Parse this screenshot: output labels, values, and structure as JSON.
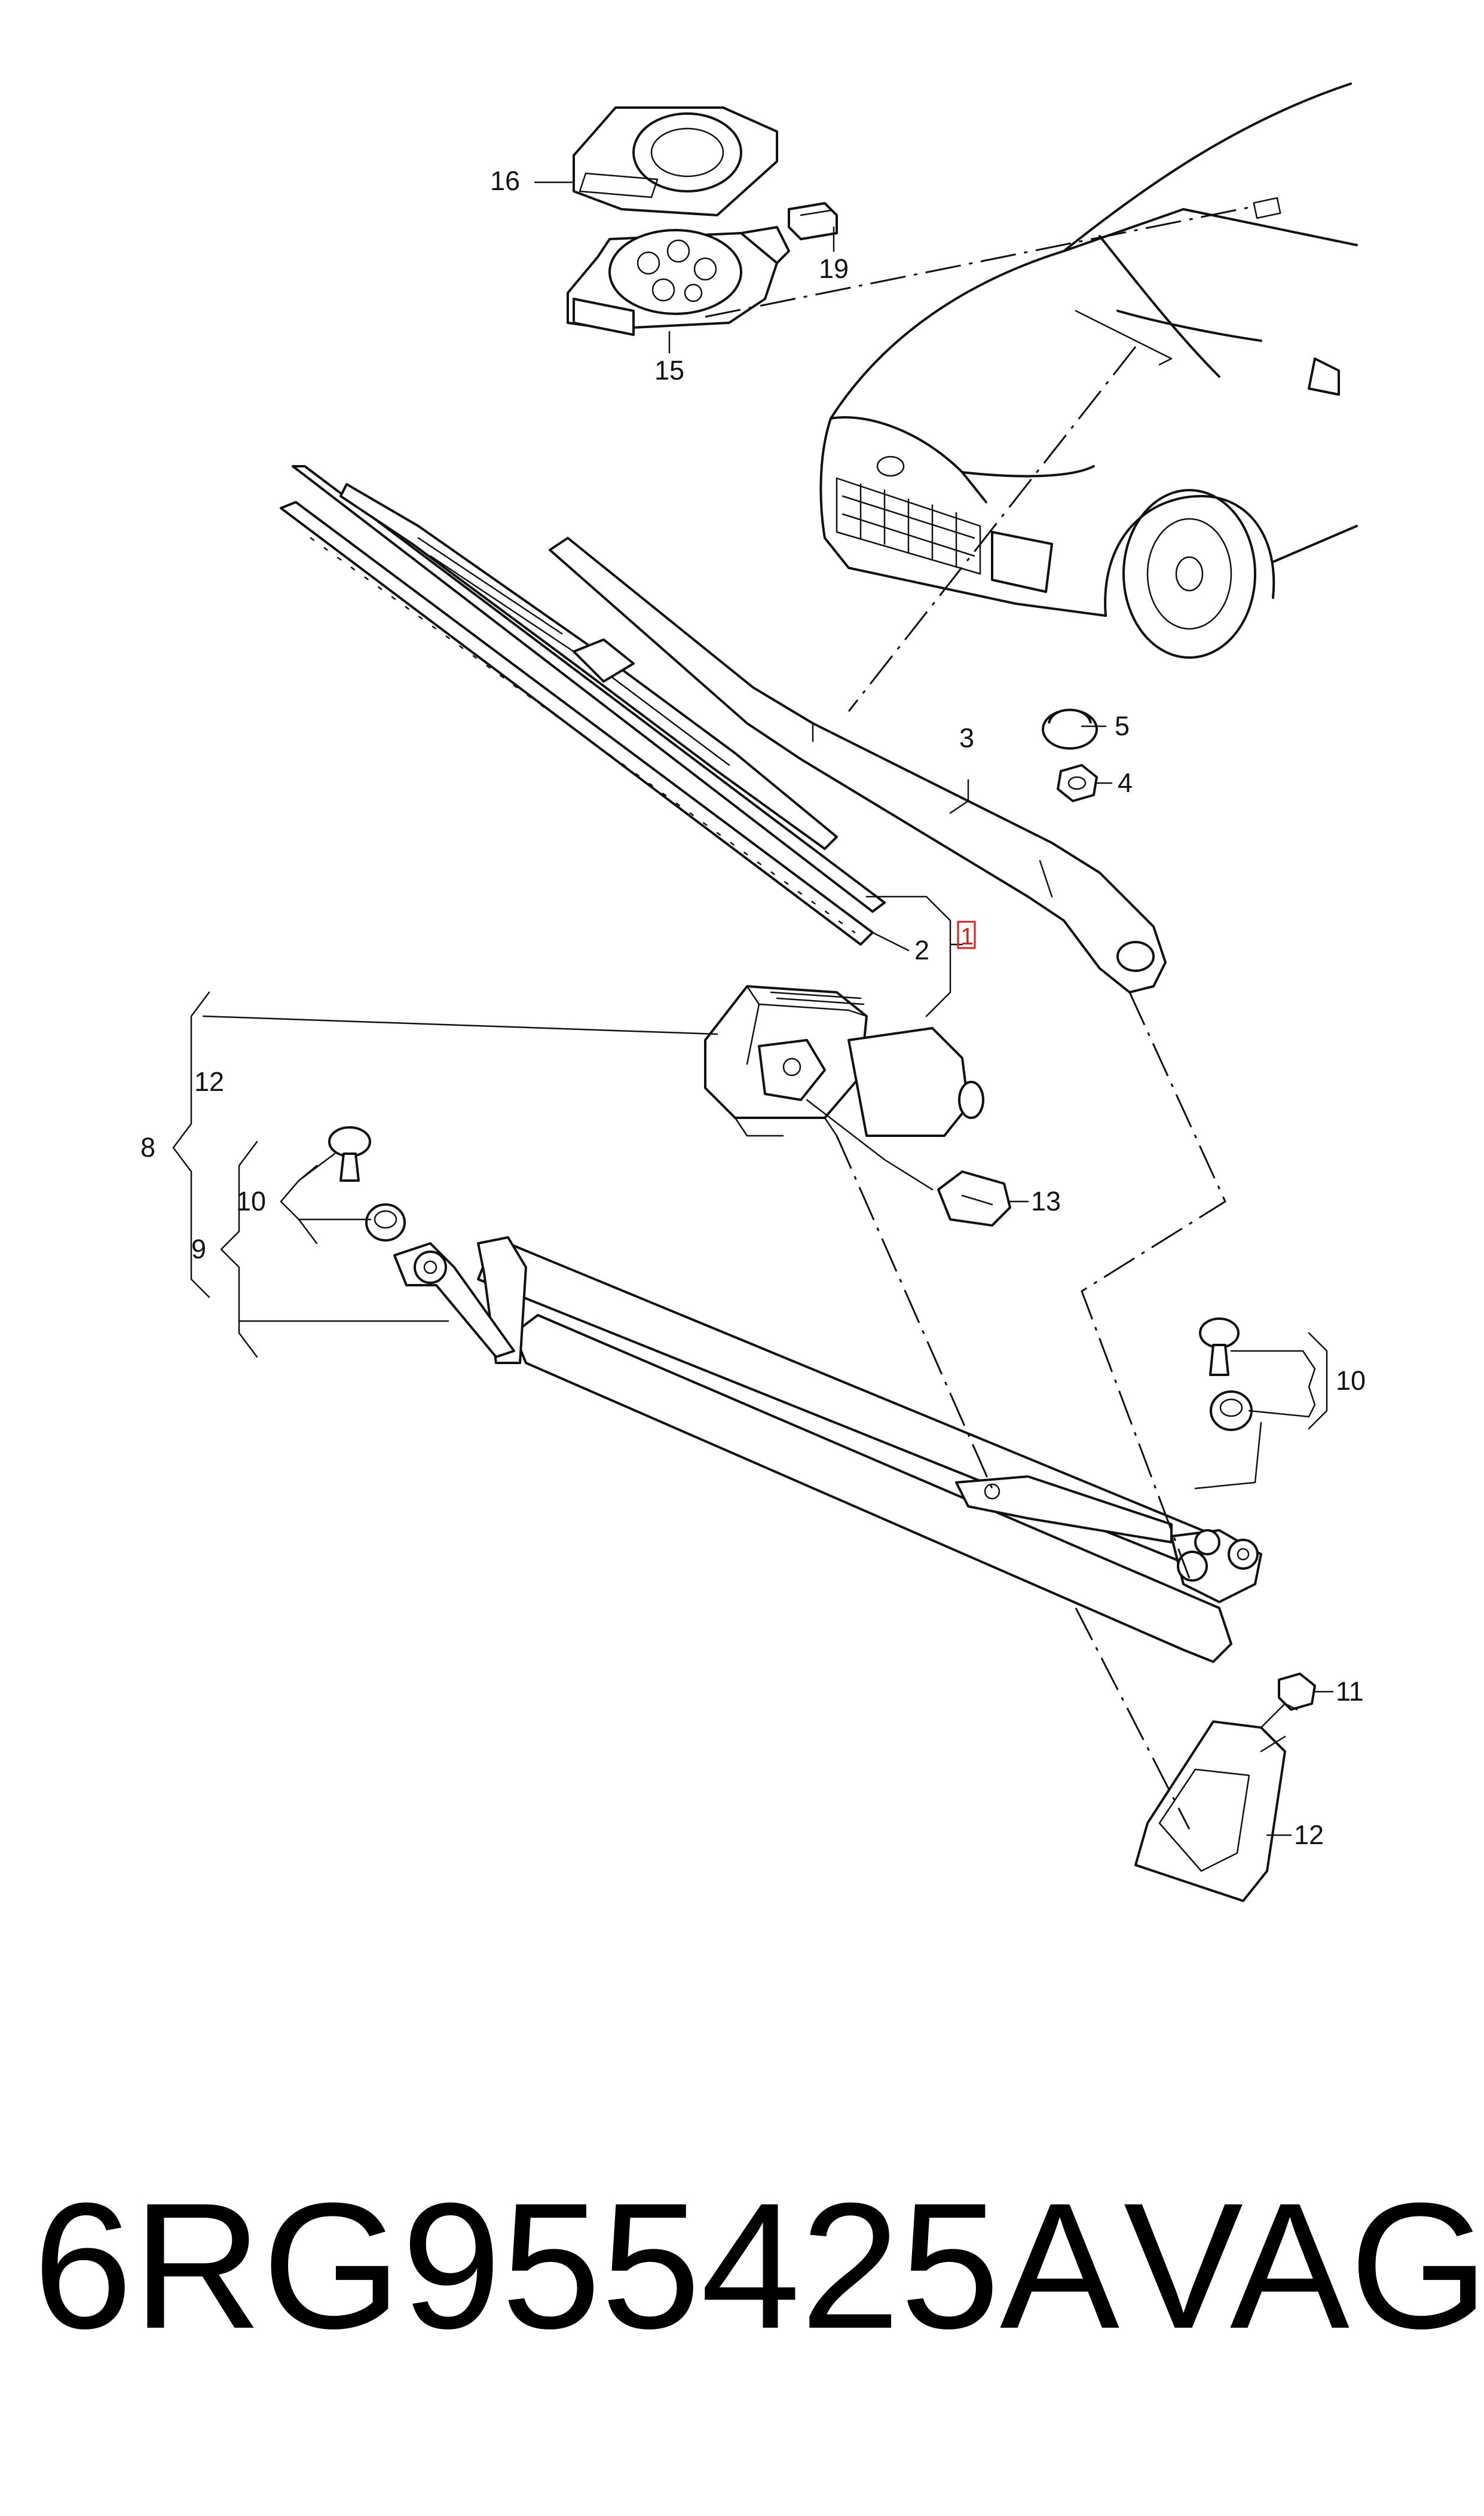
{
  "footer": {
    "part_number": "6RG955425A",
    "brand": "VAG"
  },
  "callouts": [
    {
      "id": "16",
      "text": "16"
    },
    {
      "id": "19",
      "text": "19"
    },
    {
      "id": "15",
      "text": "15"
    },
    {
      "id": "5",
      "text": "5"
    },
    {
      "id": "3",
      "text": "3"
    },
    {
      "id": "4",
      "text": "4"
    },
    {
      "id": "2",
      "text": "2"
    },
    {
      "id": "1",
      "text": "1"
    },
    {
      "id": "12a",
      "text": "12"
    },
    {
      "id": "8",
      "text": "8"
    },
    {
      "id": "10a",
      "text": "10"
    },
    {
      "id": "9",
      "text": "9"
    },
    {
      "id": "13",
      "text": "13"
    },
    {
      "id": "10b",
      "text": "10"
    },
    {
      "id": "11",
      "text": "11"
    },
    {
      "id": "12b",
      "text": "12"
    }
  ],
  "colors": {
    "line": "#111111",
    "highlight": "#d42020",
    "background": "#ffffff"
  }
}
